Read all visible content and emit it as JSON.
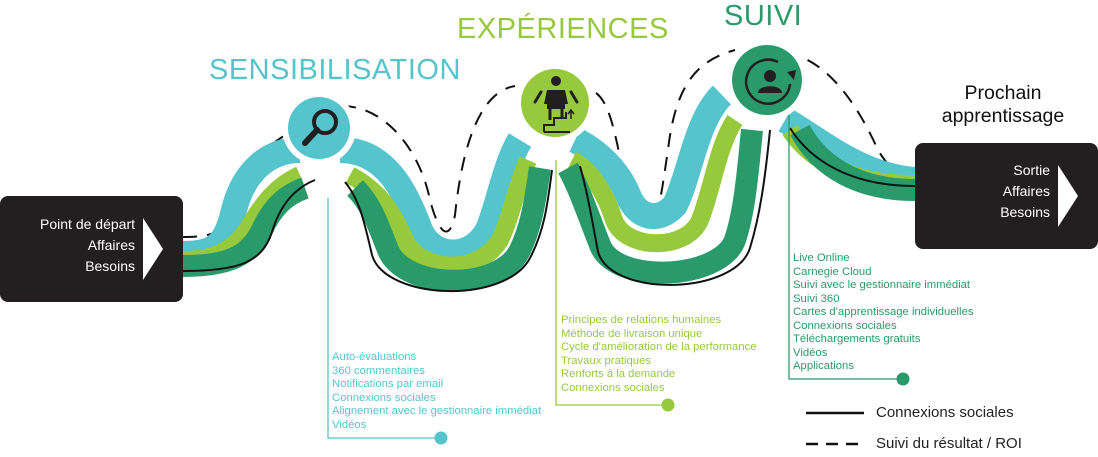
{
  "colors": {
    "teal": "#56c4cd",
    "lime": "#97c93c",
    "green": "#2a9a6b",
    "dark": "#231f20"
  },
  "stages": [
    {
      "title": "SENSIBILISATION",
      "icon": "magnifier-icon"
    },
    {
      "title": "EXPÉRIENCES",
      "icon": "person-steps-icon"
    },
    {
      "title": "SUIVI",
      "icon": "person-cycle-icon"
    }
  ],
  "start_box": {
    "lines": [
      "Point de départ",
      "Affaires",
      "Besoins"
    ]
  },
  "next_step": {
    "title_lines": [
      "Prochain",
      "apprentissage"
    ],
    "lines": [
      "Sortie",
      "Affaires",
      "Besoins"
    ]
  },
  "lists": {
    "sensibilisation": [
      "Auto-évaluations",
      "360 commentaires",
      "Notifications par email",
      "Connexions sociales",
      "Alignement avec le gestionnaire immédiat",
      "Vidéos"
    ],
    "experiences": [
      "Principes de relations humaines",
      "Méthode de livraison unique",
      "Cycle d'amélioration de la performance",
      "Travaux pratiques",
      "Renforts à la demande",
      "Connexions sociales"
    ],
    "suivi": [
      "Live Online",
      "Carnegie Cloud",
      "Suivi avec le gestionnaire immédiat",
      "Suivi 360",
      "Cartes d'apprentissage individuelles",
      "Connexions sociales",
      "Téléchargements gratuits",
      "Vidéos",
      "Applications"
    ]
  },
  "legend": [
    {
      "label": "Connexions sociales",
      "style": "solid"
    },
    {
      "label": "Suivi du résultat / ROI",
      "style": "dashed"
    }
  ]
}
